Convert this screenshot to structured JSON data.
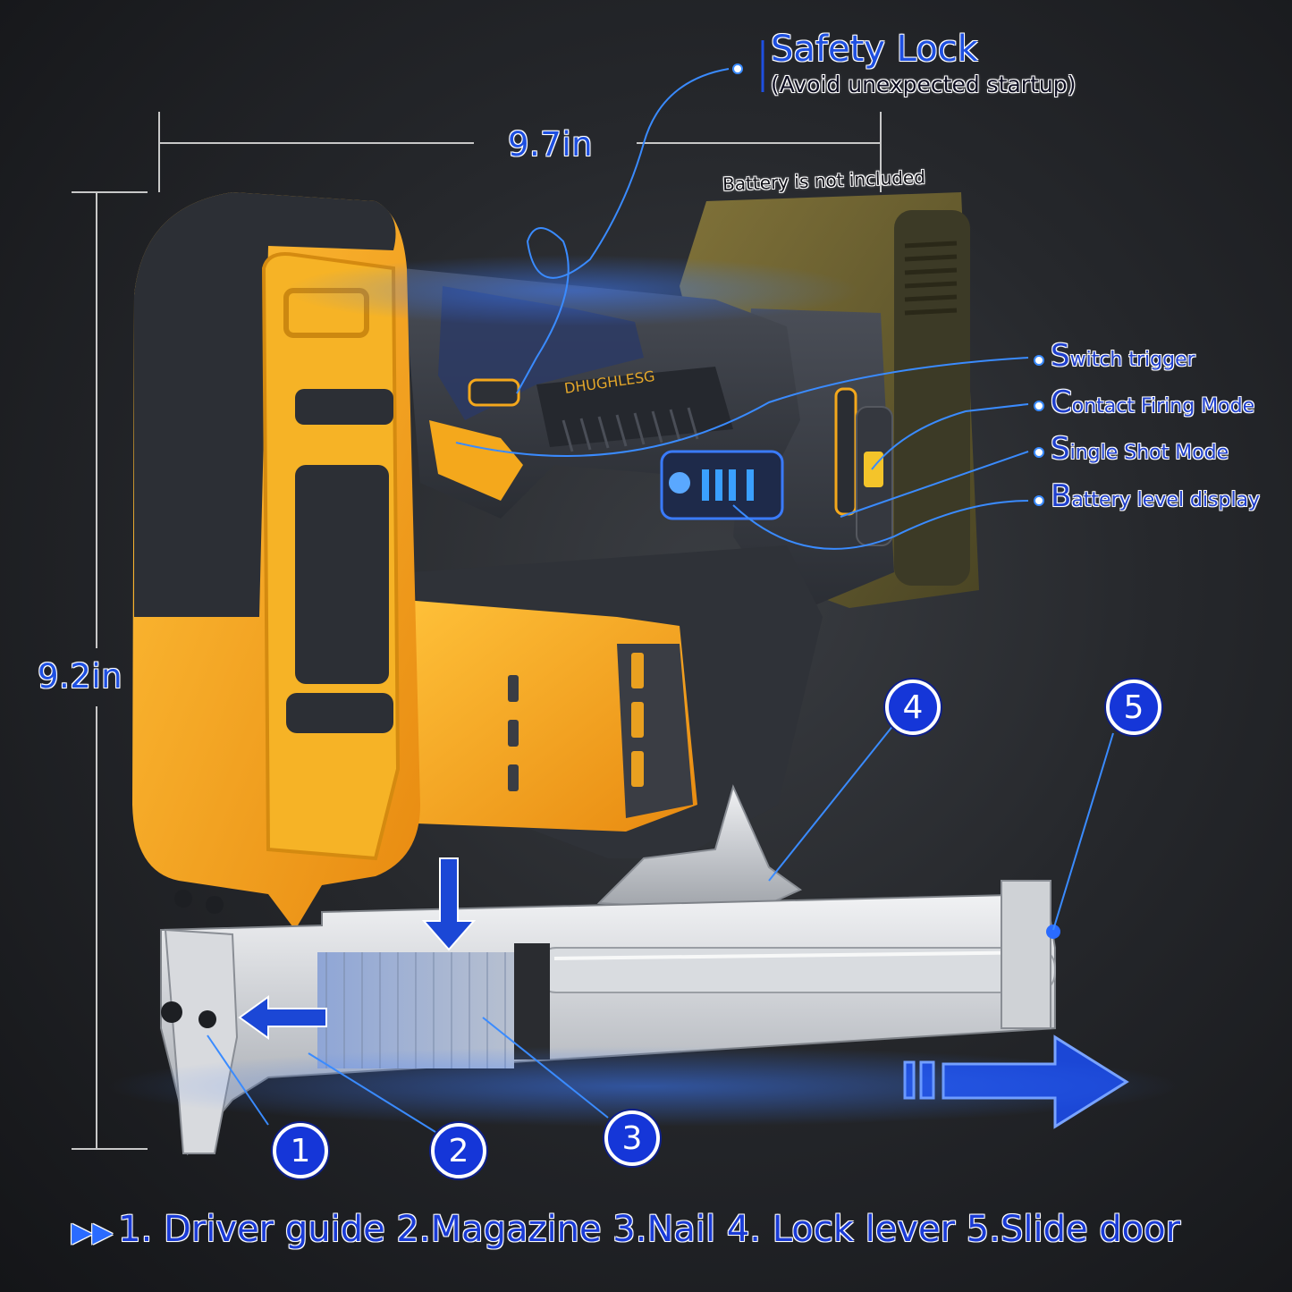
{
  "dimensions": {
    "width_label": "9.7in",
    "height_label": "9.2in"
  },
  "safety_lock": {
    "title": "Safety Lock",
    "subtitle": "(Avoid unexpected startup)"
  },
  "battery_note": "Battery is not included",
  "brand_text": "DHUGHLESG",
  "features": [
    {
      "cap": "S",
      "rest": "witch trigger"
    },
    {
      "cap": "C",
      "rest": "ontact Firing Mode"
    },
    {
      "cap": "S",
      "rest": "ingle Shot Mode"
    },
    {
      "cap": "B",
      "rest": "attery level display"
    }
  ],
  "callouts": [
    "1",
    "2",
    "3",
    "4",
    "5"
  ],
  "legend": {
    "arrows": "▶▶",
    "text": "1. Driver guide 2.Magazine 3.Nail 4. Lock lever 5.Slide door"
  },
  "colors": {
    "accent_blue": "#1e4fe0",
    "tool_yellow": "#f4a81c",
    "tool_gray": "#3b3f47"
  }
}
